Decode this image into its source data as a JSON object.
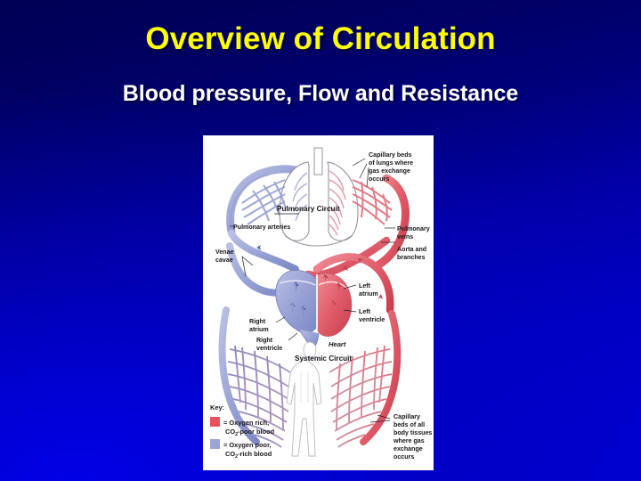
{
  "slide": {
    "title": "Overview of Circulation",
    "subtitle": "Blood pressure, Flow and Resistance",
    "background_top_color": "#000055",
    "background_bottom_color": "#0000d2",
    "title_color": "#ffff00",
    "subtitle_color": "#ffffff"
  },
  "figure": {
    "background_color": "#ffffff",
    "labels": {
      "capillary_beds_lungs_l1": "Capillary beds",
      "capillary_beds_lungs_l2": "of lungs where",
      "capillary_beds_lungs_l3": "gas exchange",
      "capillary_beds_lungs_l4": "occurs",
      "pulmonary_circuit": "Pulmonary Circuit",
      "pulmonary_arteries": "Pulmonary arteries",
      "pulmonary_veins_l1": "Pulmonary",
      "pulmonary_veins_l2": "veins",
      "aorta_l1": "Aorta and",
      "aorta_l2": "branches",
      "venae_cavae_l1": "Venae",
      "venae_cavae_l2": "cavae",
      "left_atrium_l1": "Left",
      "left_atrium_l2": "atrium",
      "left_ventricle_l1": "Left",
      "left_ventricle_l2": "ventricle",
      "right_atrium_l1": "Right",
      "right_atrium_l2": "atrium",
      "right_ventricle_l1": "Right",
      "right_ventricle_l2": "ventricle",
      "heart": "Heart",
      "systemic_circuit": "Systemic Circuit",
      "capillary_beds_body_l1": "Capillary",
      "capillary_beds_body_l2": "beds of all",
      "capillary_beds_body_l3": "body tissues",
      "capillary_beds_body_l4": "where gas",
      "capillary_beds_body_l5": "exchange",
      "capillary_beds_body_l6": "occurs"
    },
    "key": {
      "title": "Key:",
      "items": [
        {
          "swatch_color": "#e8515e",
          "line1_eq": "= Oxygen rich,",
          "line2_pre": "CO",
          "line2_sub": "2",
          "line2_post": "-poor blood"
        },
        {
          "swatch_color": "#9aa4d6",
          "line1_eq": "= Oxygen poor,",
          "line2_pre": "CO",
          "line2_sub": "2",
          "line2_post": "-rich blood"
        }
      ]
    },
    "colors": {
      "oxygen_rich": "#e1606c",
      "oxygen_rich_deep": "#d24a58",
      "oxygen_poor": "#9aa4d6",
      "oxygen_poor_deep": "#7f8ccb",
      "capillary_mix_left": "#8f7fb8",
      "capillary_mix_right": "#d98a98",
      "outline": "#7a7a86"
    }
  }
}
